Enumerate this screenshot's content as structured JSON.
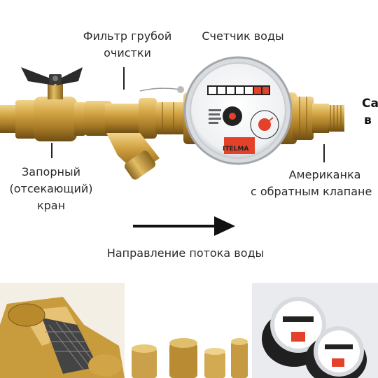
{
  "labels": {
    "filter": [
      "Фильтр грубой",
      "очистки"
    ],
    "meter": "Счетчик воды",
    "valve": [
      "Запорный",
      "(отсекающий)",
      "кран"
    ],
    "union": [
      "Американка",
      "с обратным клапане"
    ],
    "flow": "Направление потока воды",
    "cut_right": [
      "Са",
      "в"
    ],
    "meter_brand": "ITELMA"
  },
  "colors": {
    "brass": "#c99a3a",
    "brass_dark": "#8a6420",
    "red": "#e4412a",
    "handle": "#2b2b2b"
  },
  "icons": [
    "butterfly-handle-icon",
    "arrow-right-icon"
  ]
}
